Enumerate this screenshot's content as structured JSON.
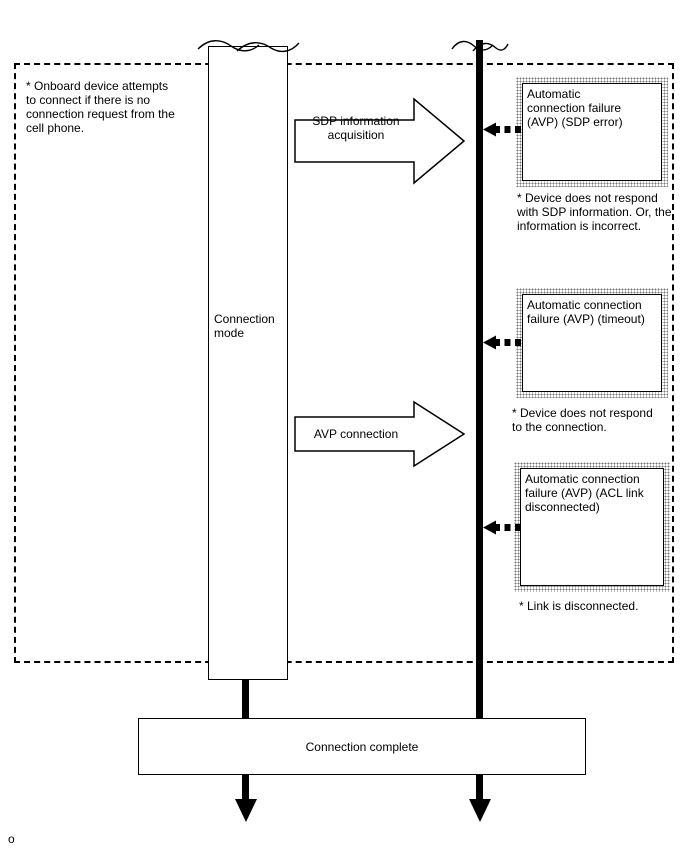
{
  "diagram": {
    "top_note": "* Onboard device attempts\nto connect if there is no\nconnection request from the\ncell phone.",
    "connection_mode_label": "Connection\nmode",
    "flow_arrows": [
      {
        "label": "SDP information\nacquisition"
      },
      {
        "label": "AVP connection"
      }
    ],
    "failure_events": [
      {
        "box_label": "Automatic\nconnection failure\n(AVP) (SDP error)",
        "note": "* Device does not respond\nwith SDP information. Or, the\ninformation is incorrect."
      },
      {
        "box_label": "Automatic connection\nfailure (AVP) (timeout)",
        "note": "* Device does not respond\nto the connection."
      },
      {
        "box_label": "Automatic connection\nfailure (AVP) (ACL link\ndisconnected)",
        "note": "* Link is disconnected."
      }
    ],
    "bottom_box_label": "Connection complete",
    "page_marker": "o",
    "line_color": "#000000",
    "background_color": "#ffffff"
  }
}
